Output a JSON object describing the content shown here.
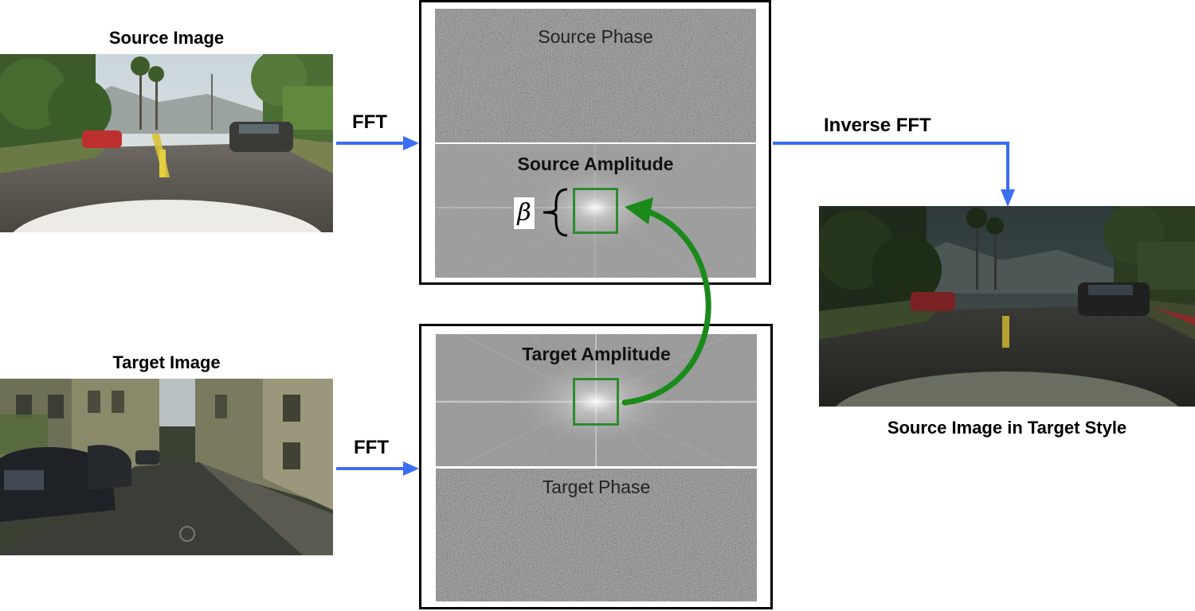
{
  "source": {
    "caption": "Source Image",
    "arrow_label": "FFT"
  },
  "target": {
    "caption": "Target Image",
    "arrow_label": "FFT"
  },
  "source_box": {
    "phase_label": "Source Phase",
    "amplitude_label": "Source Amplitude",
    "beta_symbol": "β"
  },
  "target_box": {
    "amplitude_label": "Target Amplitude",
    "phase_label": "Target Phase"
  },
  "inverse": {
    "arrow_label": "Inverse FFT"
  },
  "result": {
    "caption": "Source Image in Target Style"
  },
  "colors": {
    "arrow_blue": "#3b6ef5",
    "swap_green": "#1a8a1a",
    "box_green": "#2e8b2e"
  }
}
